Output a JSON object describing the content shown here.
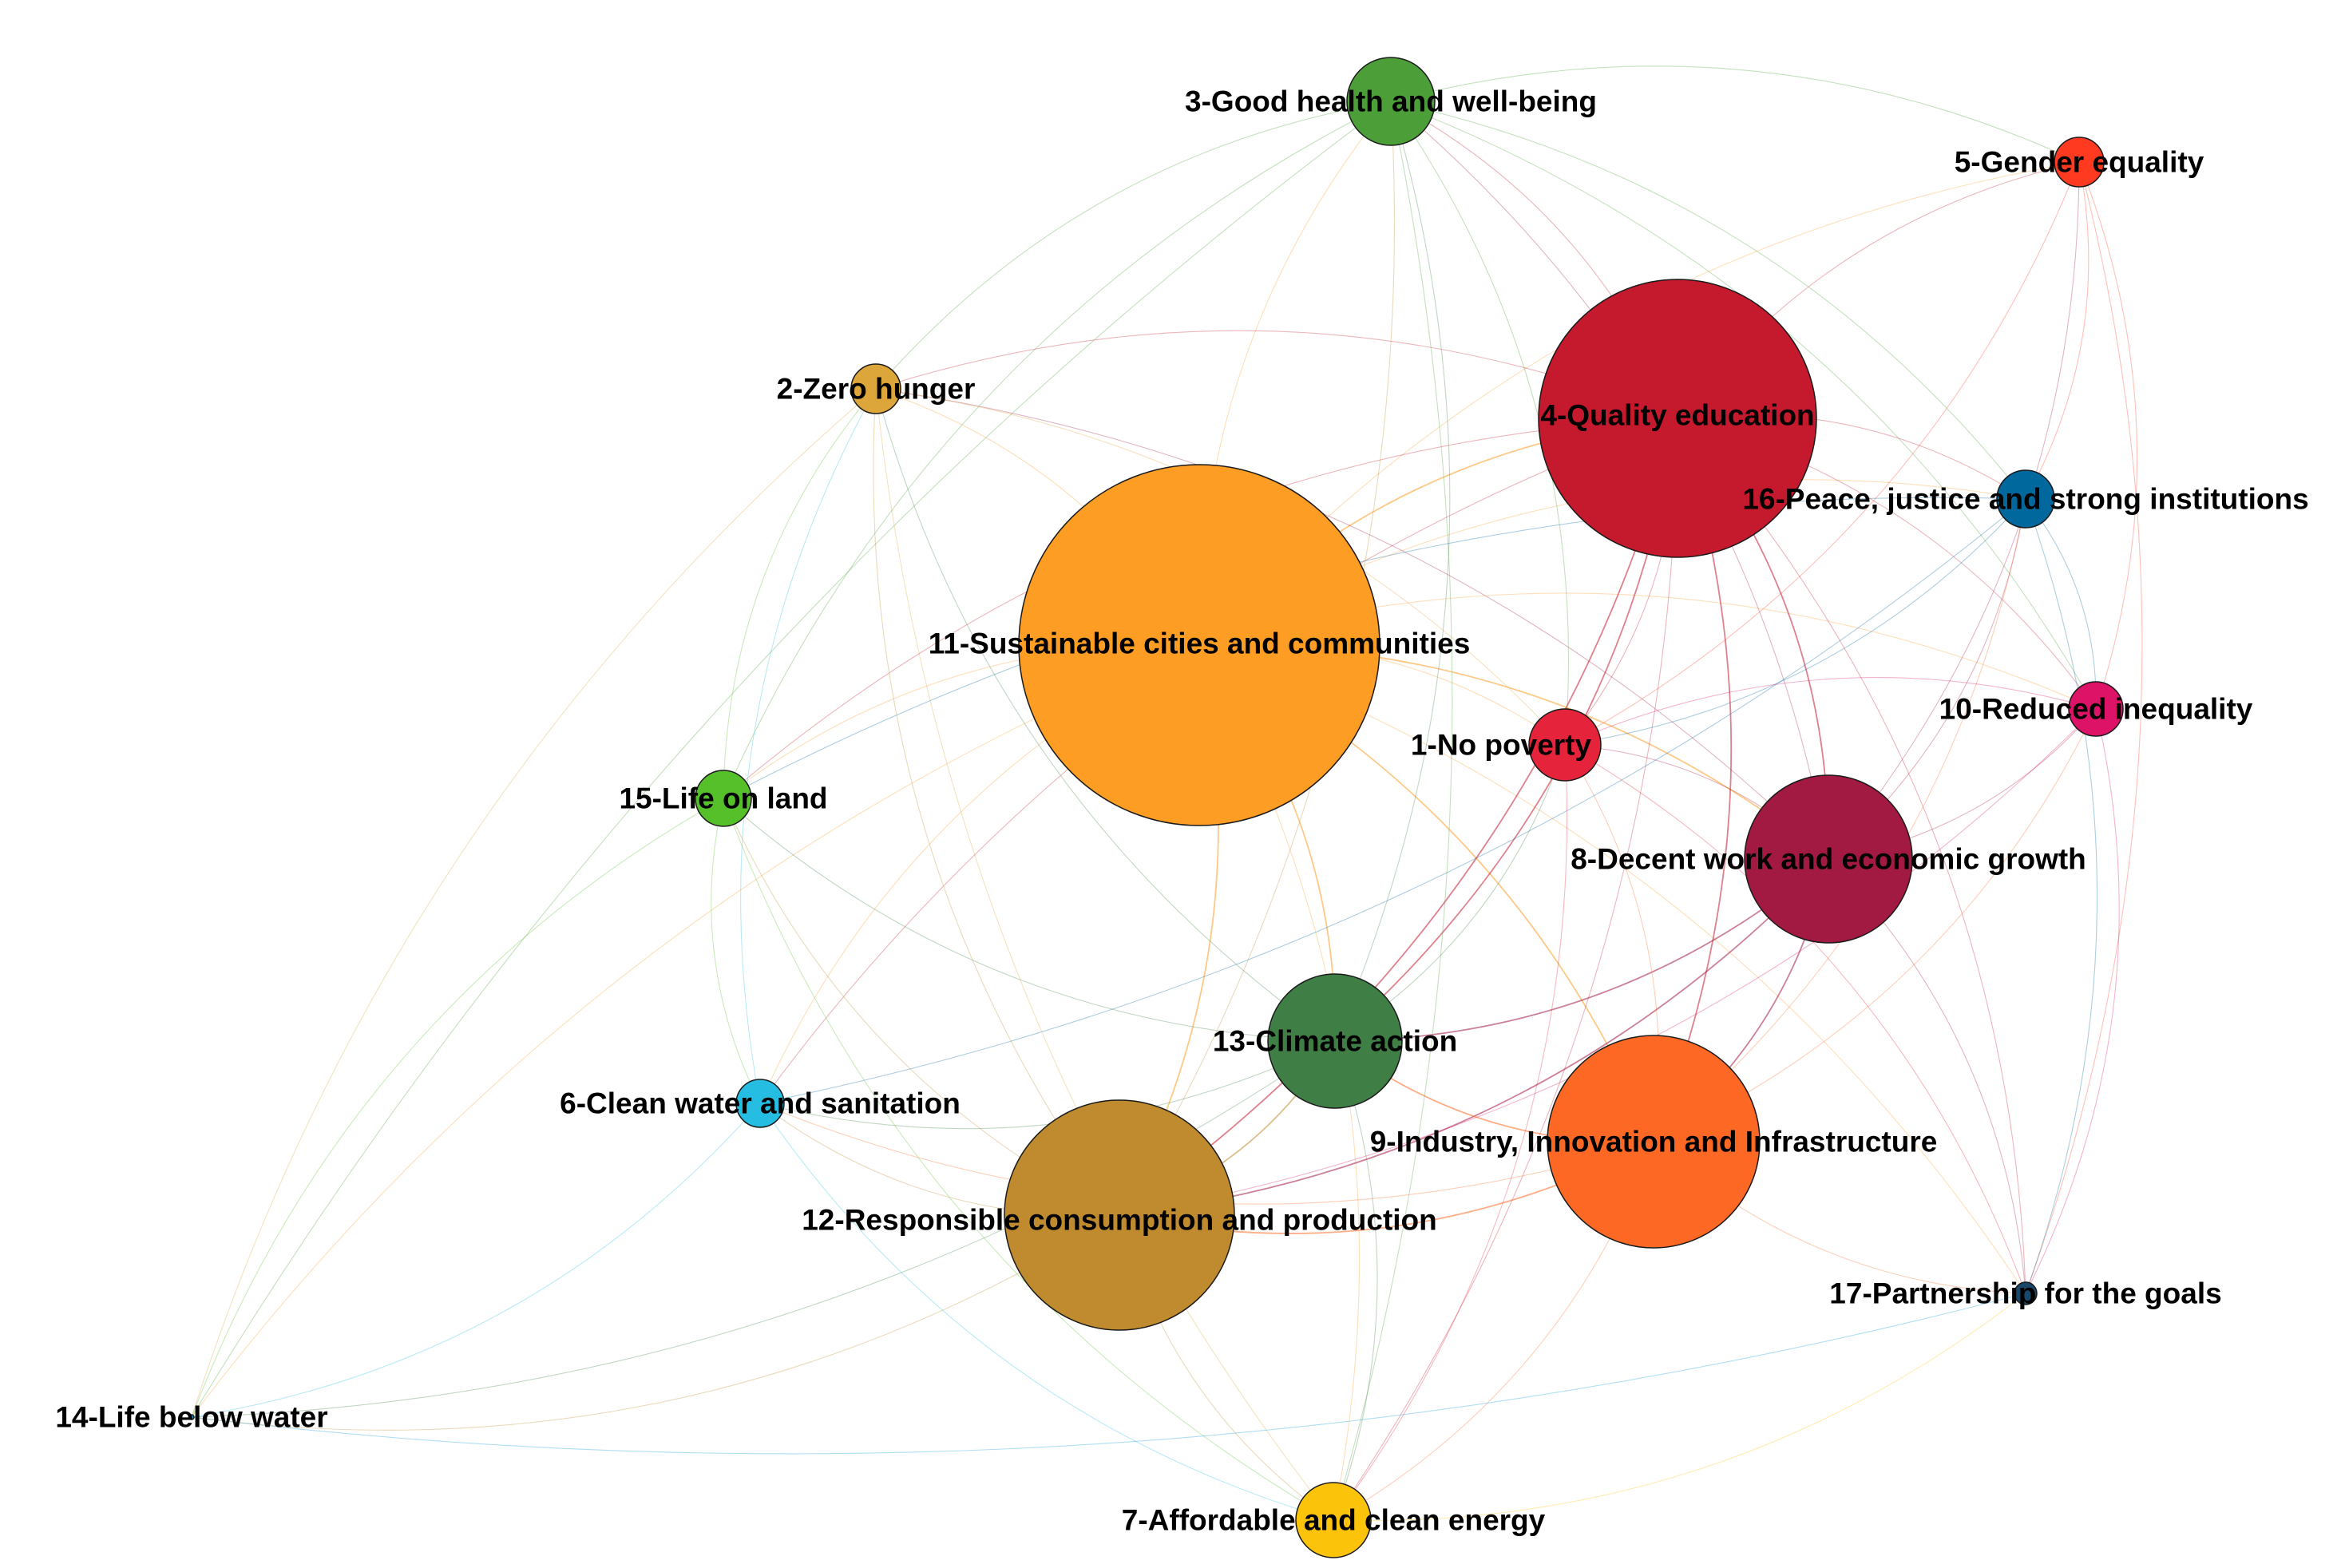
{
  "diagram": {
    "type": "network",
    "nodes": [
      {
        "id": "n1",
        "label": "1-No poverty",
        "color": "#E5243B"
      },
      {
        "id": "n2",
        "label": "2-Zero hunger",
        "color": "#DDA63A"
      },
      {
        "id": "n3",
        "label": "3-Good health and well-being",
        "color": "#4C9F38"
      },
      {
        "id": "n4",
        "label": "4-Quality education",
        "color": "#C5192D"
      },
      {
        "id": "n5",
        "label": "5-Gender equality",
        "color": "#FF3A21"
      },
      {
        "id": "n6",
        "label": "6-Clean water and sanitation",
        "color": "#26BDE2"
      },
      {
        "id": "n7",
        "label": "7-Affordable and clean energy",
        "color": "#FCC30B"
      },
      {
        "id": "n8",
        "label": "8-Decent work and economic growth",
        "color": "#A21942"
      },
      {
        "id": "n9",
        "label": "9-Industry, Innovation  and Infrastructure",
        "color": "#FD6925"
      },
      {
        "id": "n10",
        "label": "10-Reduced inequality",
        "color": "#DD1367"
      },
      {
        "id": "n11",
        "label": "11-Sustainable cities and communities",
        "color": "#FD9D24"
      },
      {
        "id": "n12",
        "label": "12-Responsible consumption and production",
        "color": "#BF8B2E"
      },
      {
        "id": "n13",
        "label": "13-Climate action",
        "color": "#3F7E44"
      },
      {
        "id": "n14",
        "label": "14-Life below water",
        "color": "#0A97D9"
      },
      {
        "id": "n15",
        "label": "15-Life on land",
        "color": "#56C02B"
      },
      {
        "id": "n16",
        "label": "16-Peace, justice and strong institutions",
        "color": "#00689D"
      },
      {
        "id": "n17",
        "label": "17-Partnership for the goals",
        "color": "#19486A"
      }
    ],
    "edges": [
      [
        "n11",
        "n13"
      ],
      [
        "n11",
        "n12"
      ],
      [
        "n11",
        "n9"
      ],
      [
        "n11",
        "n4"
      ],
      [
        "n11",
        "n8"
      ],
      [
        "n11",
        "n1"
      ],
      [
        "n11",
        "n3"
      ],
      [
        "n11",
        "n15"
      ],
      [
        "n11",
        "n6"
      ],
      [
        "n11",
        "n7"
      ],
      [
        "n11",
        "n2"
      ],
      [
        "n11",
        "n10"
      ],
      [
        "n11",
        "n16"
      ],
      [
        "n11",
        "n5"
      ],
      [
        "n11",
        "n14"
      ],
      [
        "n11",
        "n17"
      ],
      [
        "n4",
        "n8"
      ],
      [
        "n4",
        "n3"
      ],
      [
        "n4",
        "n16"
      ],
      [
        "n4",
        "n5"
      ],
      [
        "n4",
        "n1"
      ],
      [
        "n4",
        "n10"
      ],
      [
        "n4",
        "n9"
      ],
      [
        "n4",
        "n13"
      ],
      [
        "n4",
        "n12"
      ],
      [
        "n4",
        "n2"
      ],
      [
        "n4",
        "n15"
      ],
      [
        "n4",
        "n17"
      ],
      [
        "n4",
        "n7"
      ],
      [
        "n4",
        "n6"
      ],
      [
        "n8",
        "n9"
      ],
      [
        "n8",
        "n10"
      ],
      [
        "n8",
        "n1"
      ],
      [
        "n8",
        "n5"
      ],
      [
        "n8",
        "n16"
      ],
      [
        "n8",
        "n13"
      ],
      [
        "n8",
        "n12"
      ],
      [
        "n8",
        "n17"
      ],
      [
        "n8",
        "n3"
      ],
      [
        "n8",
        "n2"
      ],
      [
        "n9",
        "n13"
      ],
      [
        "n9",
        "n12"
      ],
      [
        "n9",
        "n17"
      ],
      [
        "n9",
        "n7"
      ],
      [
        "n9",
        "n6"
      ],
      [
        "n9",
        "n1"
      ],
      [
        "n9",
        "n10"
      ],
      [
        "n9",
        "n16"
      ],
      [
        "n12",
        "n13"
      ],
      [
        "n12",
        "n7"
      ],
      [
        "n12",
        "n6"
      ],
      [
        "n12",
        "n14"
      ],
      [
        "n12",
        "n15"
      ],
      [
        "n12",
        "n2"
      ],
      [
        "n12",
        "n3"
      ],
      [
        "n13",
        "n15"
      ],
      [
        "n13",
        "n6"
      ],
      [
        "n13",
        "n7"
      ],
      [
        "n13",
        "n14"
      ],
      [
        "n13",
        "n2"
      ],
      [
        "n13",
        "n3"
      ],
      [
        "n13",
        "n1"
      ],
      [
        "n3",
        "n5"
      ],
      [
        "n3",
        "n2"
      ],
      [
        "n3",
        "n15"
      ],
      [
        "n3",
        "n16"
      ],
      [
        "n3",
        "n10"
      ],
      [
        "n3",
        "n1"
      ],
      [
        "n3",
        "n14"
      ],
      [
        "n3",
        "n7"
      ],
      [
        "n5",
        "n16"
      ],
      [
        "n5",
        "n10"
      ],
      [
        "n5",
        "n17"
      ],
      [
        "n5",
        "n1"
      ],
      [
        "n16",
        "n10"
      ],
      [
        "n16",
        "n17"
      ],
      [
        "n16",
        "n1"
      ],
      [
        "n16",
        "n15"
      ],
      [
        "n16",
        "n6"
      ],
      [
        "n10",
        "n17"
      ],
      [
        "n10",
        "n1"
      ],
      [
        "n10",
        "n12"
      ],
      [
        "n15",
        "n6"
      ],
      [
        "n15",
        "n14"
      ],
      [
        "n15",
        "n2"
      ],
      [
        "n15",
        "n7"
      ],
      [
        "n6",
        "n14"
      ],
      [
        "n6",
        "n2"
      ],
      [
        "n6",
        "n7"
      ],
      [
        "n2",
        "n14"
      ],
      [
        "n2",
        "n1"
      ],
      [
        "n2",
        "n7"
      ],
      [
        "n7",
        "n17"
      ],
      [
        "n14",
        "n17"
      ],
      [
        "n1",
        "n17"
      ],
      [
        "n1",
        "n7"
      ]
    ]
  }
}
